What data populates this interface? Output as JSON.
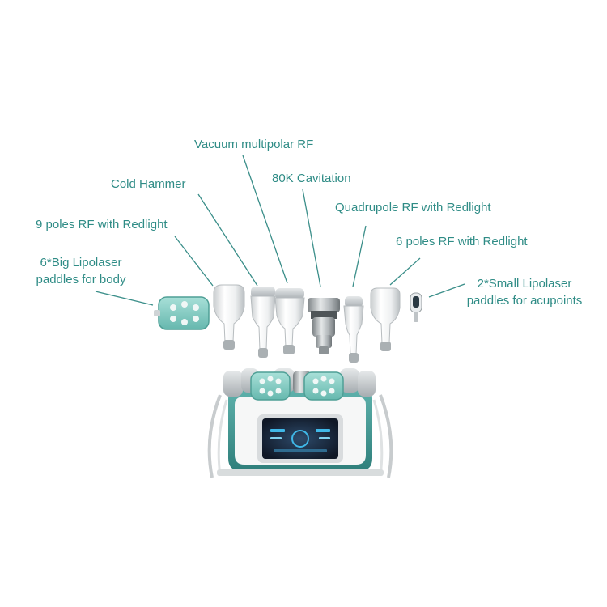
{
  "colors": {
    "label_text": "#2f8c86",
    "leader_line": "#2f8c86",
    "machine_teal": "#3f8f8c",
    "handle_white": "#f4f5f5",
    "screen_dark": "#1f2a3a"
  },
  "labels": {
    "vacuum_multipolar_rf": "Vacuum multipolar RF",
    "cold_hammer": "Cold Hammer",
    "cavitation_80k": "80K Cavitation",
    "quadrupole_rf": "Quadrupole RF with Redlight",
    "nine_poles_rf": "9 poles RF with Redlight",
    "six_poles_rf": "6 poles RF with Redlight",
    "big_lipolaser_line1": "6*Big Lipolaser",
    "big_lipolaser_line2": "paddles for body",
    "small_lipolaser_line1": "2*Small Lipolaser",
    "small_lipolaser_line2": "paddles for acupoints"
  },
  "icons": [
    "lipolaser-paddle-icon",
    "rf-handpiece-icon",
    "cavitation-handpiece-icon",
    "beauty-machine-icon"
  ]
}
